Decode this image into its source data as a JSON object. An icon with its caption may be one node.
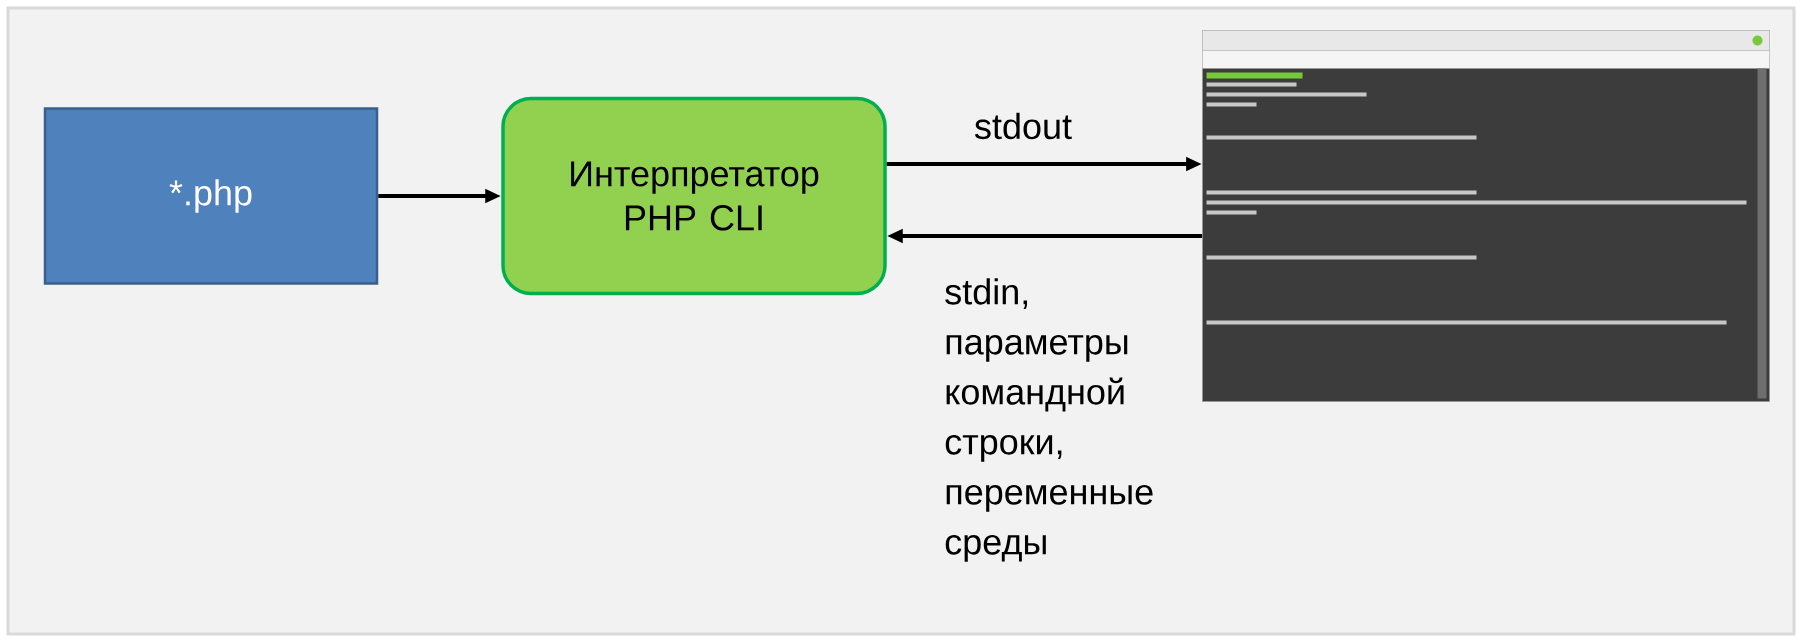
{
  "diagram": {
    "nodes": [
      {
        "text": [
          "*.php"
        ]
      },
      {
        "text": [
          "Интерпретатор PHP CLI"
        ]
      },
      {
        "text": [],
        "shape": "picture"
      }
    ],
    "edges": [
      {
        "from": 0,
        "to": 1,
        "arrow": "to"
      },
      {
        "from": 1,
        "to": 2,
        "arrow": "to",
        "label": "stdout"
      },
      {
        "from": 2,
        "to": 1,
        "arrow": "to",
        "label": "stdin, параметры командной строки, переменные среды"
      }
    ]
  }
}
